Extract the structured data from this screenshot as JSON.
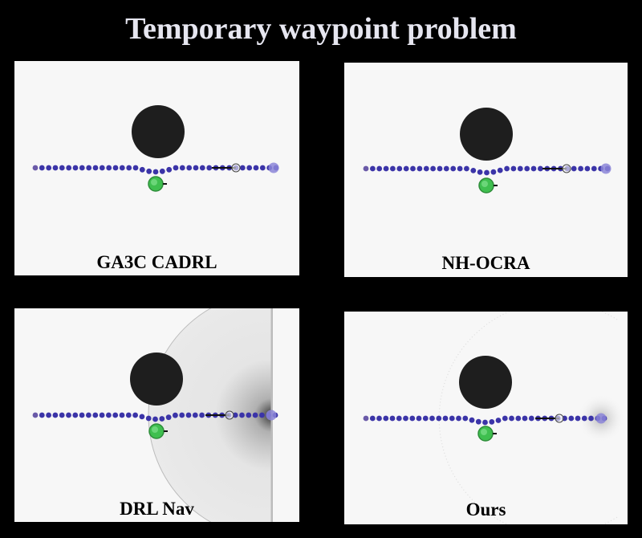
{
  "title": "Temporary waypoint problem",
  "panels": [
    {
      "label": "GA3C CADRL",
      "sensor_view": "none"
    },
    {
      "label": "NH-OCRA",
      "sensor_view": "none"
    },
    {
      "label": "DRL Nav",
      "sensor_view": "half-disc shaded"
    },
    {
      "label": "Ours",
      "sensor_view": "faint dotted arc"
    }
  ],
  "colors": {
    "background": "#000000",
    "panel": "#f7f7f7",
    "obstacle": "#1e1e1e",
    "path_dot": "#3b34a8",
    "agent": "#3fbf4f",
    "goal": "#8c86d8"
  },
  "icons": {
    "obstacle": "obstacle-disc",
    "agent": "agent-disc",
    "goal": "goal-marker",
    "waypoint": "temporary-waypoint-ring"
  }
}
